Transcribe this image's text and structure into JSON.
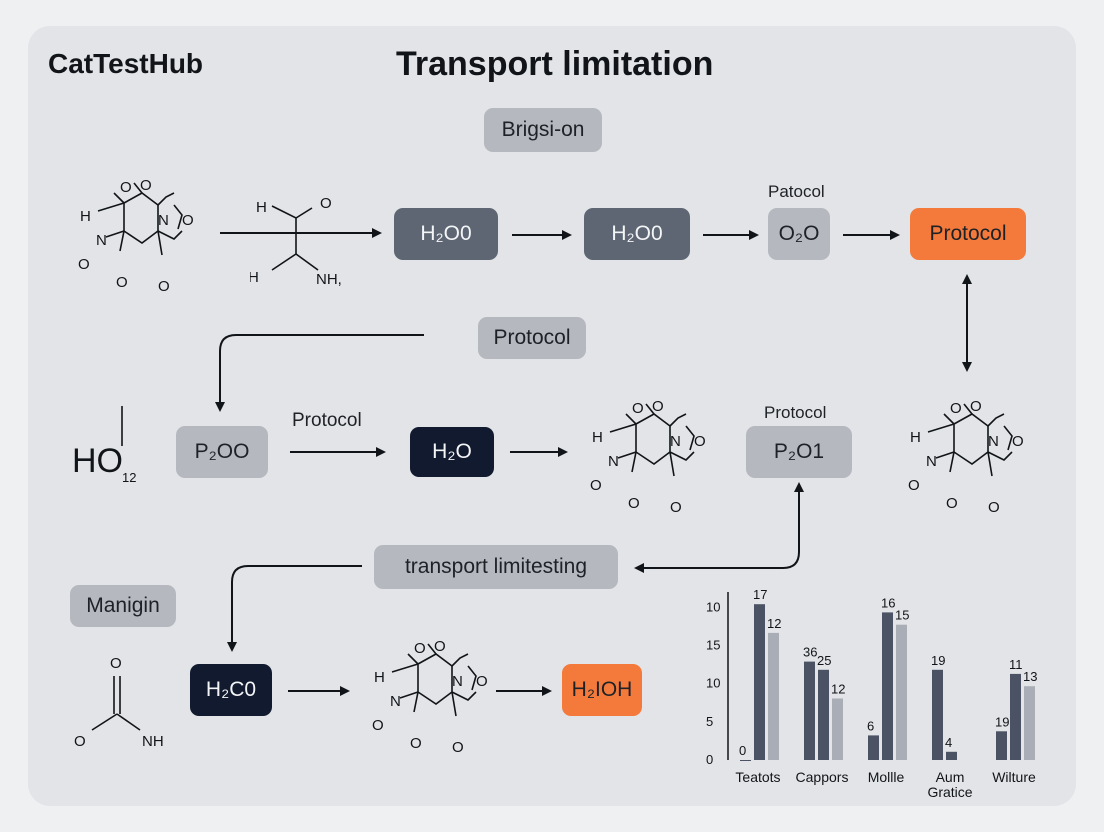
{
  "header": {
    "brand": "CatTestHub",
    "title": "Transport limitation"
  },
  "colors": {
    "light": "#b5b9bf",
    "slate": "#5d6672",
    "navy": "#111a2e",
    "orange": "#f47a3c",
    "bar_dark": "#4a5263",
    "bar_light": "#a9adb5"
  },
  "labels": {
    "brigsion": "Brigsi-on",
    "patocol": "Patocol",
    "protocol_mid": "Protocol",
    "protocol_row2": "Protocol",
    "protocol_p2o1": "Protocol",
    "transport_limitesting": "transport limitesting",
    "manigin": "Manigin"
  },
  "nodes": {
    "h2o0_a": "H₂O0",
    "h2o0_b": "H₂O0",
    "o2o": "O₂O",
    "protocol_orange": "Protocol",
    "p2oo": "P₂OO",
    "h2o": "H₂O",
    "p2o1": "P₂O1",
    "h2c0": "H₂C0",
    "h2ioh": "H₂IOH"
  },
  "molecules": {
    "ring_atoms": [
      "O",
      "O",
      "H",
      "N",
      "O",
      "O",
      "N",
      "O",
      "O"
    ],
    "chain_atoms": [
      "H",
      "O",
      "H",
      "NH,"
    ],
    "ho_main": "HO",
    "ho_sub": "12",
    "carb_atoms": [
      "O",
      "O",
      "NH"
    ]
  },
  "chart_data": {
    "type": "bar",
    "categories": [
      "Teatots",
      "Cappors",
      "Mollle",
      "Aum Gratice",
      "Wilture"
    ],
    "series": [
      {
        "values": [
          0,
          12,
          3,
          11,
          3.5
        ],
        "color": "#4a5263"
      },
      {
        "values": [
          19,
          11,
          18,
          1,
          10.5
        ],
        "color": "#4a5263"
      },
      {
        "values": [
          15.5,
          7.5,
          16.5,
          null,
          9
        ],
        "color": "#a9adb5"
      }
    ],
    "data_labels": [
      [
        "0",
        "17",
        "12"
      ],
      [
        "36",
        "25",
        "12"
      ],
      [
        "6",
        "16",
        "15"
      ],
      [
        "19",
        "4",
        ""
      ],
      [
        "19",
        "11",
        "13"
      ]
    ],
    "y_ticks": [
      "0",
      "5",
      "10",
      "15",
      "10"
    ],
    "ylim": [
      0,
      20
    ],
    "grid": false
  }
}
